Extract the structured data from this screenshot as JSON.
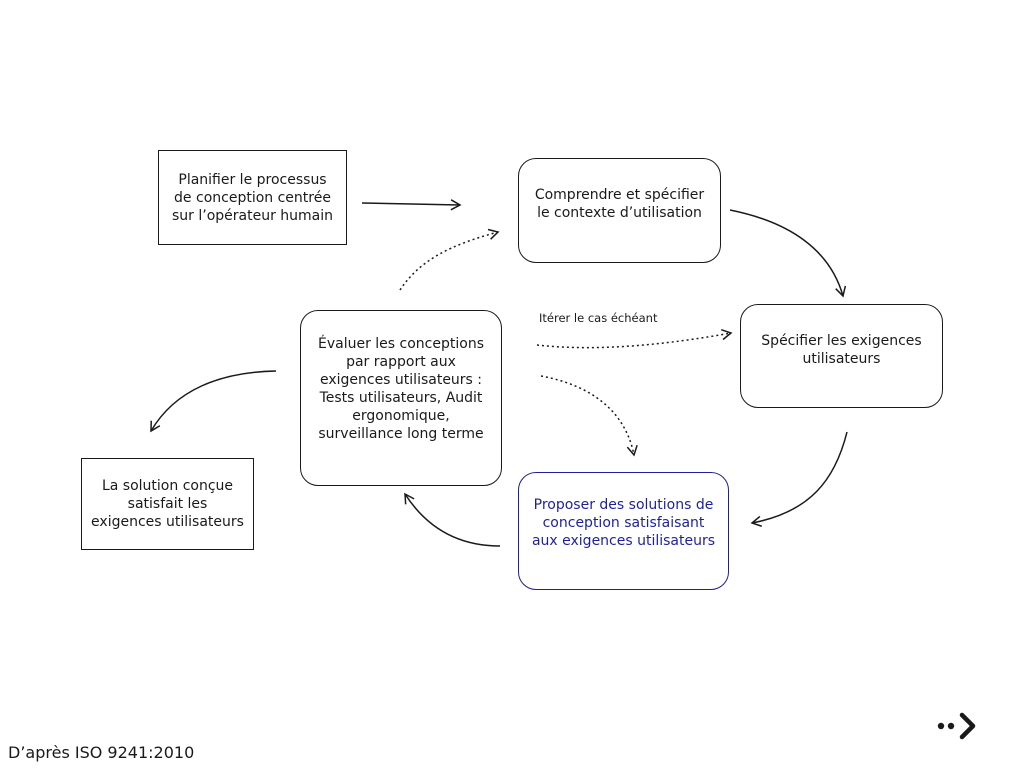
{
  "nodes": {
    "plan": "Planifier le processus\nde conception centrée\nsur l’opérateur humain",
    "context": "Comprendre et spécifier\nle contexte d’utilisation",
    "requirements": "Spécifier les exigences\nutilisateurs",
    "solutions": "Proposer des solutions de\nconception satisfaisant\naux exigences utilisateurs",
    "evaluate": "Évaluer les conceptions\npar rapport aux\nexigences utilisateurs :\nTests utilisateurs, Audit\nergonomique,\nsurveillance long terme",
    "result": "La solution conçue\nsatisfait les\nexigences utilisateurs"
  },
  "iterate_label": "Itérer le cas échéant",
  "source": "D’après ISO 9241:2010",
  "colors": {
    "text": "#1a1a1a",
    "highlight": "#1f1f9e"
  },
  "icons": {
    "logo": "dots-chevron-right-icon"
  }
}
